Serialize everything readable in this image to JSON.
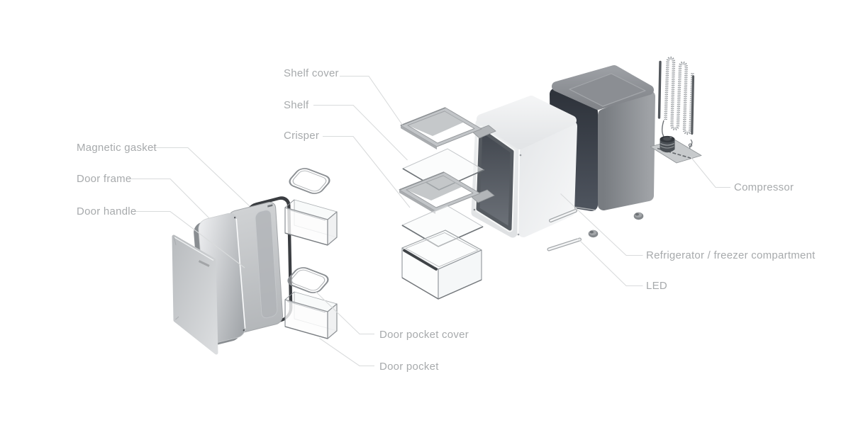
{
  "diagram": {
    "background_color": "#ffffff",
    "label_text_color": "#a7aaac",
    "leader_line_color": "#d9dbdc",
    "labels": {
      "shelf_cover": "Shelf cover",
      "shelf": "Shelf",
      "crisper": "Crisper",
      "magnetic_gasket": "Magnetic gasket",
      "door_frame": "Door frame",
      "door_handle": "Door handle",
      "door_pocket_cover": "Door pocket cover",
      "door_pocket": "Door pocket",
      "compressor": "Compressor",
      "refrigerator_freezer_compartment": "Refrigerator / freezer compartment",
      "led": "LED"
    },
    "accent_colors": {
      "outer_shell_front": "#343942",
      "outer_shell_side": "#8b8f94",
      "inner_liner": "#ededee",
      "gasket": "#3a3d41",
      "metal_door": "#c2c5c8"
    }
  }
}
